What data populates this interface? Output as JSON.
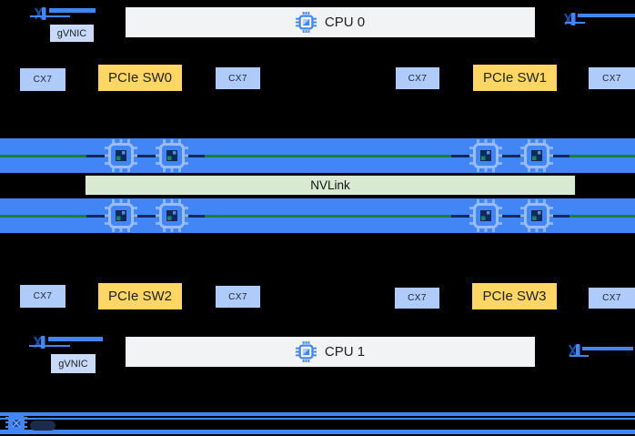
{
  "diagram_type": "server-hardware-topology",
  "colors": {
    "background": "#000000",
    "band_blue": "#4285f4",
    "cx7_blue": "#aecbfa",
    "gvnic_blue": "#c9daf8",
    "switch_yellow": "#fdd663",
    "nvlink_green_bg": "#d9ead3",
    "cpu_gray": "#f1f3f4",
    "link_green": "#188038",
    "navy": "#174ea6",
    "dark_navy_pill": "#1b2b4d"
  },
  "cpus": {
    "cpu0": {
      "label": "CPU 0"
    },
    "cpu1": {
      "label": "CPU 1"
    }
  },
  "nvlink": {
    "label": "NVLink"
  },
  "nics": {
    "gvnic_top": {
      "label": "gVNIC"
    },
    "gvnic_bottom": {
      "label": "gVNIC"
    }
  },
  "top_row": {
    "cx7_outer_left": "CX7",
    "sw0": "PCIe SW0",
    "cx7_inner_left": "CX7",
    "cx7_inner_right": "CX7",
    "sw1": "PCIe SW1",
    "cx7_outer_right": "CX7"
  },
  "bottom_row": {
    "cx7_outer_left": "CX7",
    "sw2": "PCIe SW2",
    "cx7_inner_left": "CX7",
    "cx7_inner_right": "CX7",
    "sw3": "PCIe SW3",
    "cx7_outer_right": "CX7"
  },
  "gpu_bands": {
    "top_band_gpu_count": 4,
    "bottom_band_gpu_count": 4
  },
  "icons": {
    "cpu_chip": "cpu-chip-icon",
    "gpu_chip": "gpu-chip-icon",
    "nic_link": "nic-link-icon",
    "offload_chip": "offload-chip-icon"
  }
}
